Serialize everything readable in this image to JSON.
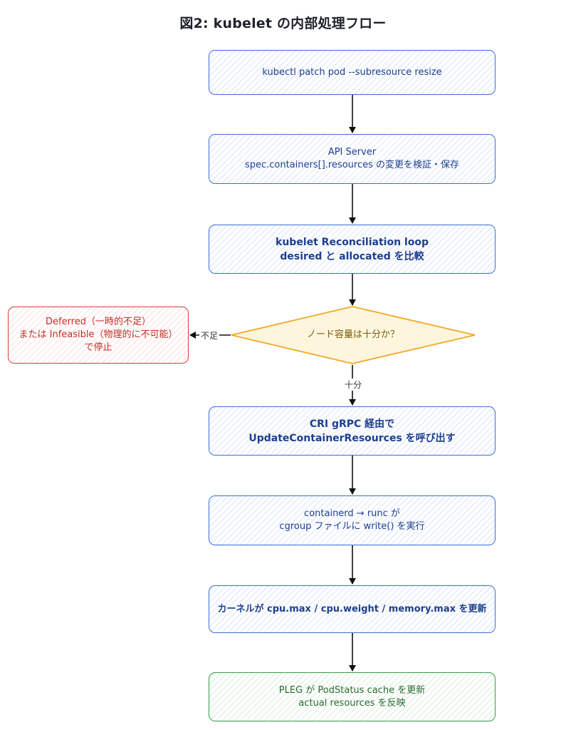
{
  "title": "図2: kubelet の内部処理フロー",
  "nodes": {
    "patch": {
      "line1": "kubectl patch pod --subresource resize"
    },
    "api": {
      "line1": "API Server",
      "line2": "spec.containers[].resources の変更を検証・保存"
    },
    "kubelet": {
      "line1": "kubelet Reconciliation loop",
      "line2": "desired と allocated を比較"
    },
    "decision": {
      "text": "ノード容量は十分か？"
    },
    "deferred": {
      "line1": "Deferred（一時的不足）",
      "line2": "または Infeasible（物理的に不可能）",
      "line3": "で停止"
    },
    "cri": {
      "line1": "CRI gRPC 経由で",
      "line2": "UpdateContainerResources を呼び出す"
    },
    "containerd": {
      "line1": "containerd → runc が",
      "line2": "cgroup ファイルに write() を実行"
    },
    "kernel": {
      "line1": "カーネルが cpu.max / cpu.weight / memory.max を更新"
    },
    "pleg": {
      "line1": "PLEG が PodStatus cache を更新",
      "line2": "actual resources を反映"
    }
  },
  "edges": {
    "insufficient_label": "不足",
    "sufficient_label": "十分"
  },
  "colors": {
    "blue": "#3b6fd4",
    "red": "#d2403a",
    "green": "#3a9a45",
    "amber": "#f0a92a"
  }
}
